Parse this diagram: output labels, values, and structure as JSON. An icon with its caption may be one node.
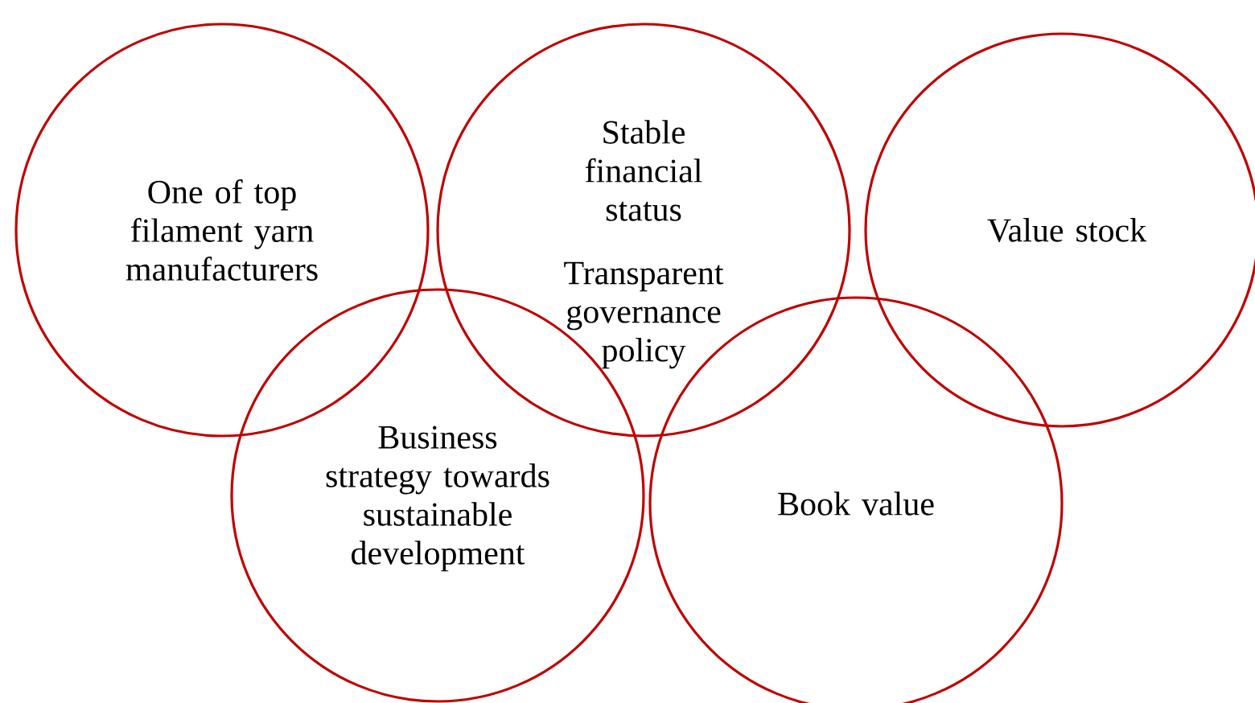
{
  "diagram": {
    "nodes": [
      {
        "text": [
          "One of top filament yarn manufacturers"
        ]
      },
      {
        "text": [
          "Stable financial status",
          "Transparent governance policy"
        ]
      },
      {
        "text": [
          "Value stock"
        ]
      },
      {
        "text": [
          "Business strategy towards sustainable development"
        ]
      },
      {
        "text": [
          "Book value"
        ]
      }
    ]
  }
}
